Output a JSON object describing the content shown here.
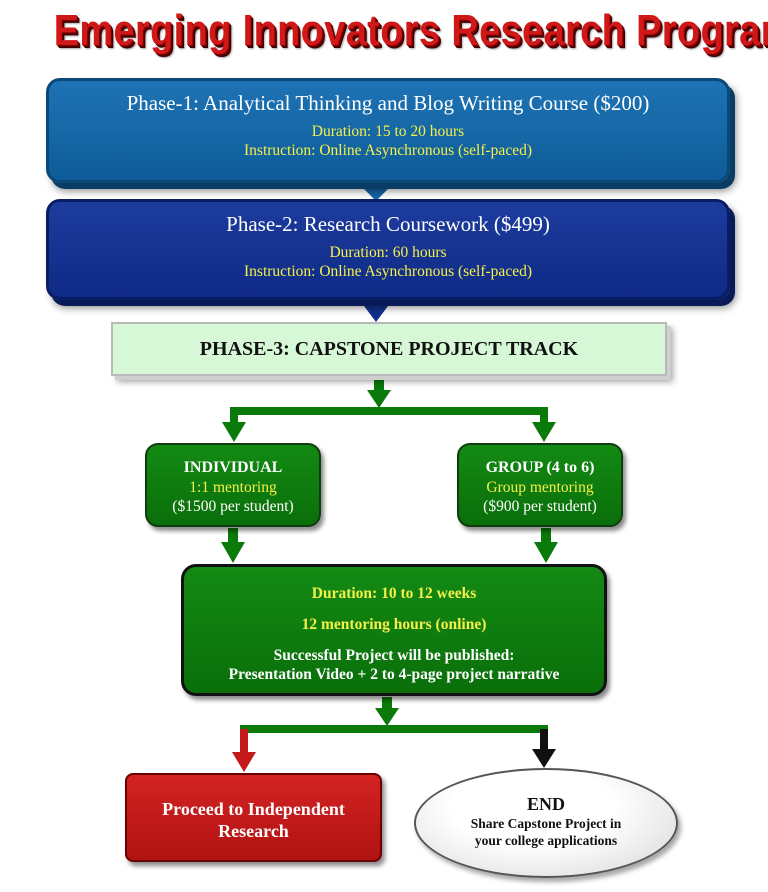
{
  "title": "Emerging Innovators Research Program",
  "phase1": {
    "heading": "Phase-1: Analytical Thinking and Blog Writing Course ($200)",
    "duration": "Duration: 15 to 20 hours",
    "instruction": "Instruction: Online Asynchronous (self-paced)"
  },
  "phase2": {
    "heading": "Phase-2: Research Coursework ($499)",
    "duration": "Duration: 60 hours",
    "instruction": "Instruction: Online Asynchronous (self-paced)"
  },
  "phase3": {
    "heading": "PHASE-3: CAPSTONE PROJECT TRACK"
  },
  "individual": {
    "title": "INDIVIDUAL",
    "mentoring": "1:1 mentoring",
    "price": "($1500 per student)"
  },
  "group": {
    "title": "GROUP (4 to 6)",
    "mentoring": "Group mentoring",
    "price": "($900 per student)"
  },
  "capstone": {
    "duration": "Duration: 10 to 12 weeks",
    "hours": "12 mentoring hours (online)",
    "published": "Successful Project will be published:",
    "deliverables": "Presentation Video + 2 to 4-page project narrative"
  },
  "proceed": {
    "line1": "Proceed to Independent",
    "line2": "Research"
  },
  "end": {
    "title": "END",
    "line1": "Share Capstone Project in",
    "line2": "your college applications"
  },
  "colors": {
    "title_red": "#d11818",
    "phase1_blue": "#1e73b4",
    "phase2_blue": "#1d3c9e",
    "phase3_green_light": "#d6f8d6",
    "track_green": "#0a7a0a",
    "highlight_yellow": "#f5f04a",
    "proceed_red": "#c41a1a"
  }
}
